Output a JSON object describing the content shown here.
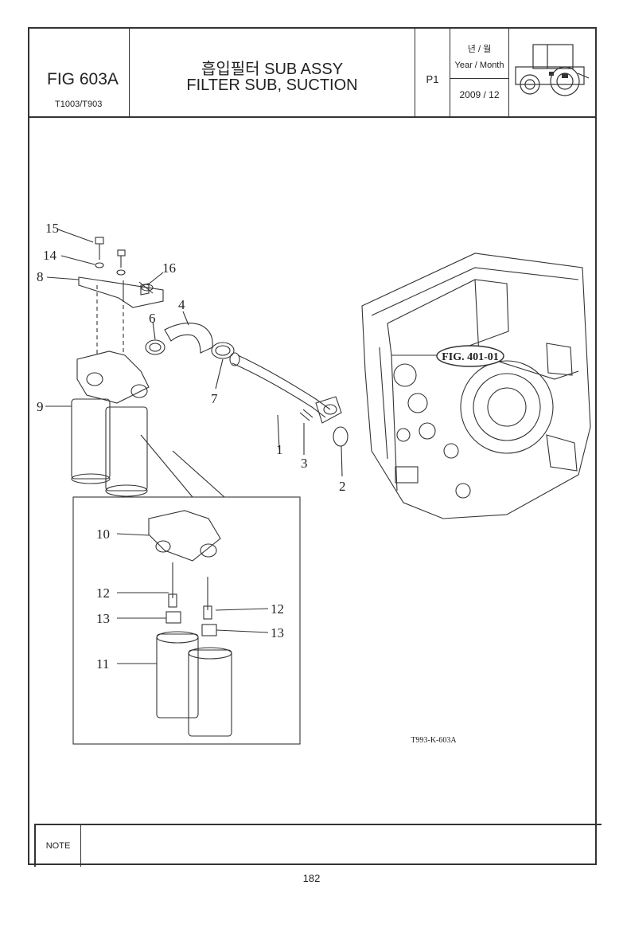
{
  "header": {
    "fig_no": "FIG 603A",
    "models": "T1003/T903",
    "title_line1": "흡입필터 SUB ASSY",
    "title_line2": "FILTER SUB, SUCTION",
    "page_code": "P1",
    "year_month_korean": "년 / 월",
    "year_month_label": "Year / Month",
    "year_month_value": "2009 / 12",
    "thumbnail_icon": "tractor-icon"
  },
  "drawing": {
    "reference_badge": "FIG. 401-01",
    "drawing_code": "T993-K-603A",
    "callouts": {
      "c15": "15",
      "c14": "14",
      "c8": "8",
      "c16": "16",
      "c4": "4",
      "c6": "6",
      "c7": "7",
      "c9": "9",
      "c1": "1",
      "c3": "3",
      "c2": "2",
      "c10": "10",
      "c12a": "12",
      "c12b": "12",
      "c13a": "13",
      "c13b": "13",
      "c11": "11"
    }
  },
  "footer": {
    "note_label": "NOTE",
    "note_text": "",
    "page_number": "182"
  }
}
